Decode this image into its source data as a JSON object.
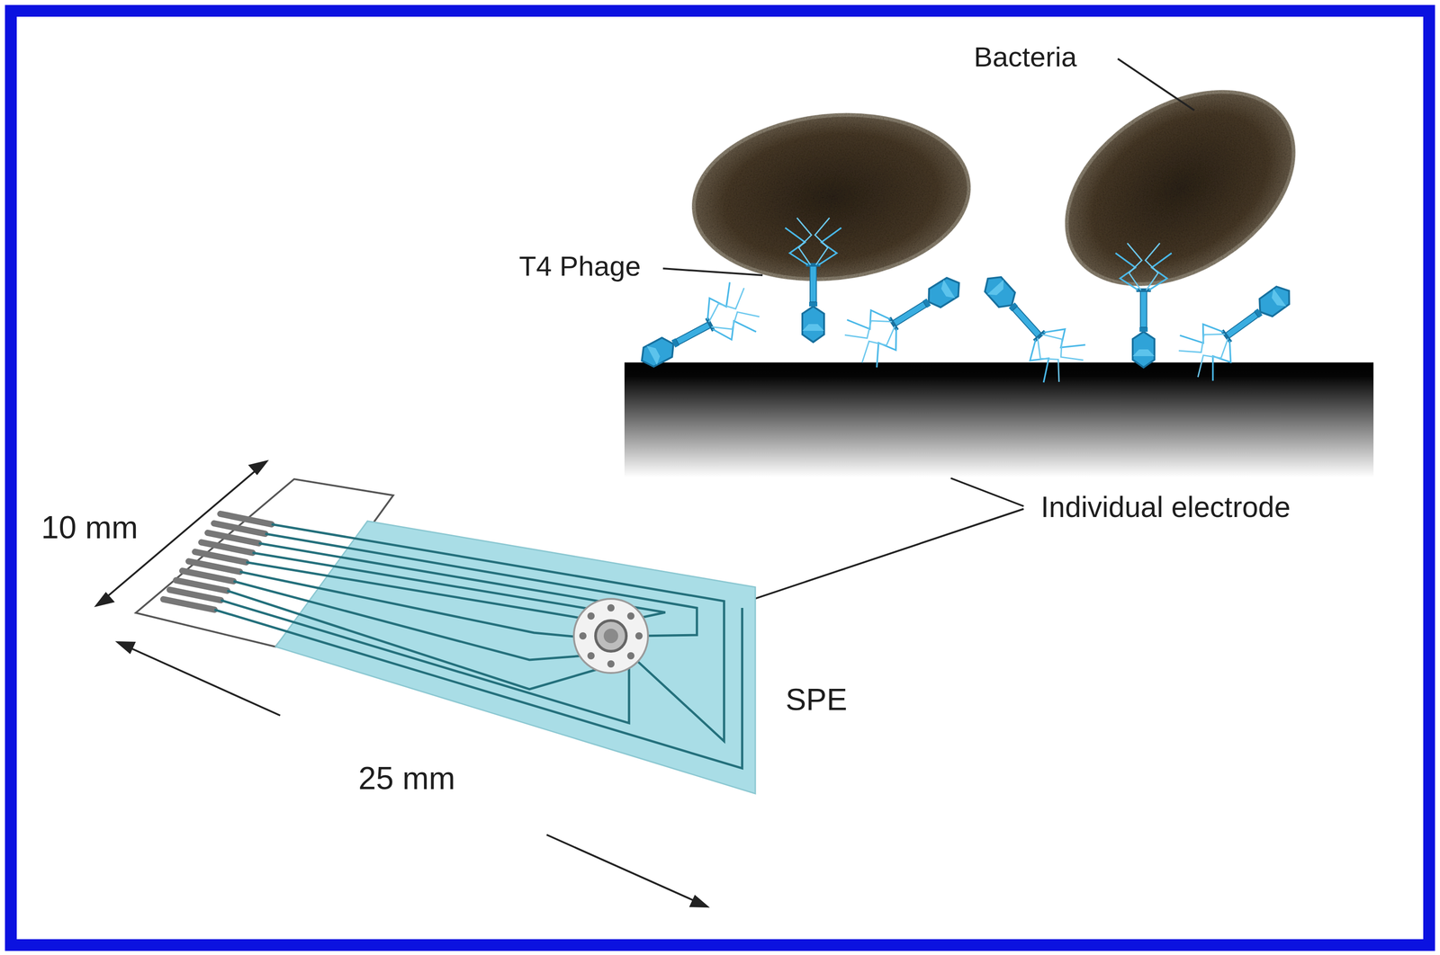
{
  "diagram": {
    "labels": [
      "Bacteria",
      "T4 Phage",
      "Individual electrode",
      "10 mm",
      "SPE",
      "25 mm"
    ]
  }
}
